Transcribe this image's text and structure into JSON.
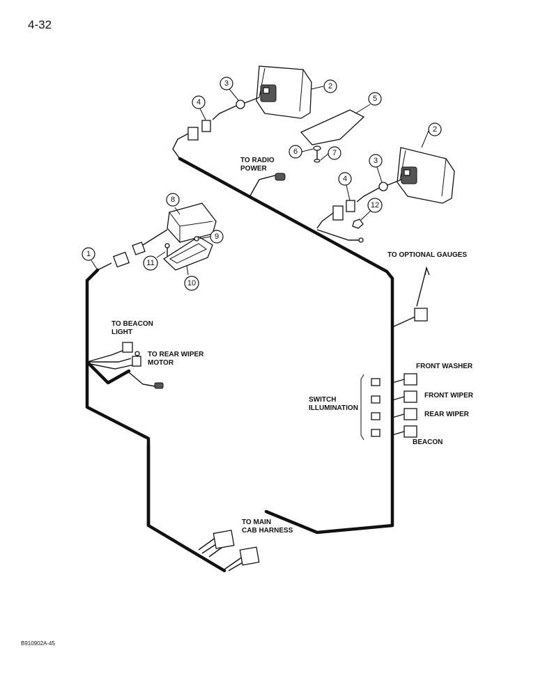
{
  "page": {
    "number": "4-32",
    "figure_code": "B910902A-45"
  },
  "labels": {
    "radio_power": [
      "TO RADIO",
      "POWER"
    ],
    "optional_gauges": "TO OPTIONAL GAUGES",
    "beacon_light": [
      "TO BEACON",
      "LIGHT"
    ],
    "rear_wiper_motor": [
      "TO REAR WIPER",
      "MOTOR"
    ],
    "front_washer": "FRONT WASHER",
    "switch_illumination": [
      "SWITCH",
      "ILLUMINATION"
    ],
    "front_wiper": "FRONT WIPER",
    "rear_wiper": "REAR WIPER",
    "beacon": "BEACON",
    "main_cab_harness": [
      "TO MAIN",
      "CAB HARNESS"
    ]
  },
  "callouts": {
    "c1": "1",
    "c2a": "2",
    "c2b": "2",
    "c3a": "3",
    "c3b": "3",
    "c4a": "4",
    "c4b": "4",
    "c5": "5",
    "c6": "6",
    "c7": "7",
    "c8": "8",
    "c9": "9",
    "c10": "10",
    "c11": "11",
    "c12": "12"
  }
}
